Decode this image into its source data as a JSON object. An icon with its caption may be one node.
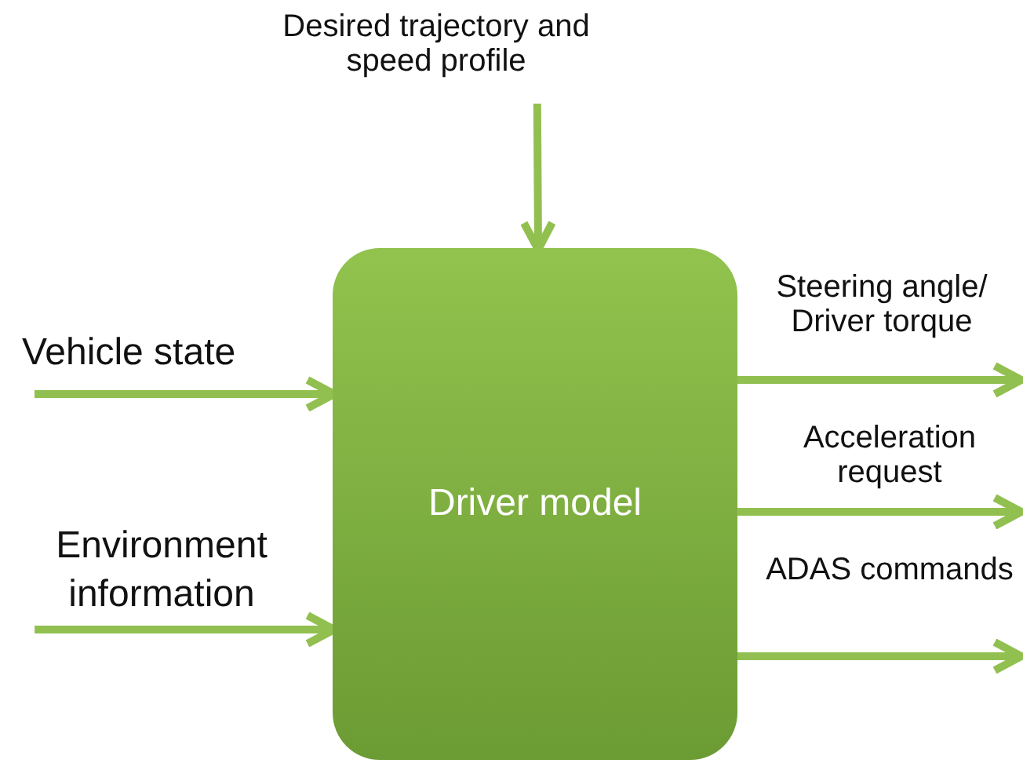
{
  "diagram": {
    "nodes": [
      {
        "text": [
          "Driver model"
        ]
      },
      {
        "text": [
          "Desired trajectory and speed profile"
        ]
      },
      {
        "text": [
          "Vehicle state"
        ]
      },
      {
        "text": [
          "Environment information"
        ]
      },
      {
        "text": [
          "Steering angle/ Driver torque"
        ]
      },
      {
        "text": [
          "Acceleration request"
        ]
      },
      {
        "text": [
          "ADAS commands"
        ]
      }
    ],
    "edges": [
      {
        "from": 1,
        "to": 0,
        "arrow": "to"
      },
      {
        "from": 2,
        "to": 0,
        "arrow": "to"
      },
      {
        "from": 3,
        "to": 0,
        "arrow": "to"
      },
      {
        "from": 0,
        "to": 4,
        "arrow": "to"
      },
      {
        "from": 0,
        "to": 5,
        "arrow": "to"
      },
      {
        "from": 0,
        "to": 6,
        "arrow": "to"
      }
    ]
  }
}
